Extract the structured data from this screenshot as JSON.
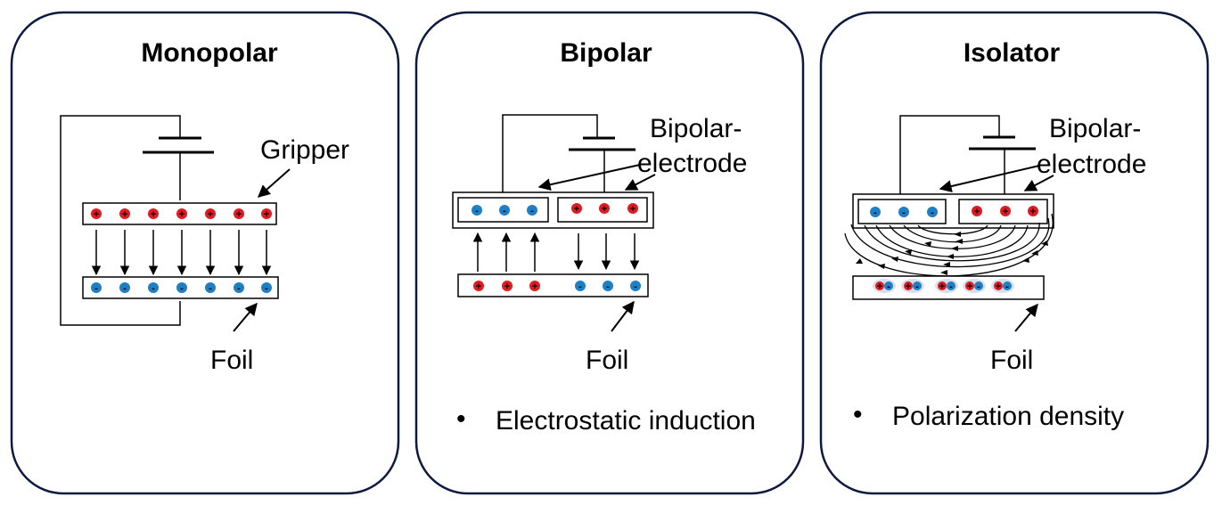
{
  "panels": [
    {
      "id": "monopolar",
      "title": "Monopolar",
      "gripper_label": "Gripper",
      "foil_label": "Foil"
    },
    {
      "id": "bipolar",
      "title": "Bipolar",
      "electrode_label_line1": "Bipolar-",
      "electrode_label_line2": "electrode",
      "foil_label": "Foil",
      "bullet": "Electrostatic induction"
    },
    {
      "id": "isolator",
      "title": "Isolator",
      "electrode_label_line1": "Bipolar-",
      "electrode_label_line2": "electrode",
      "foil_label": "Foil",
      "bullet": "Polarization density"
    }
  ],
  "symbols": {
    "positive": "+",
    "negative": "-",
    "bullet": "•"
  },
  "colors": {
    "positive": "#e21b23",
    "negative": "#1f7fc4",
    "outline": "#0d1a3f",
    "line": "#000000"
  }
}
